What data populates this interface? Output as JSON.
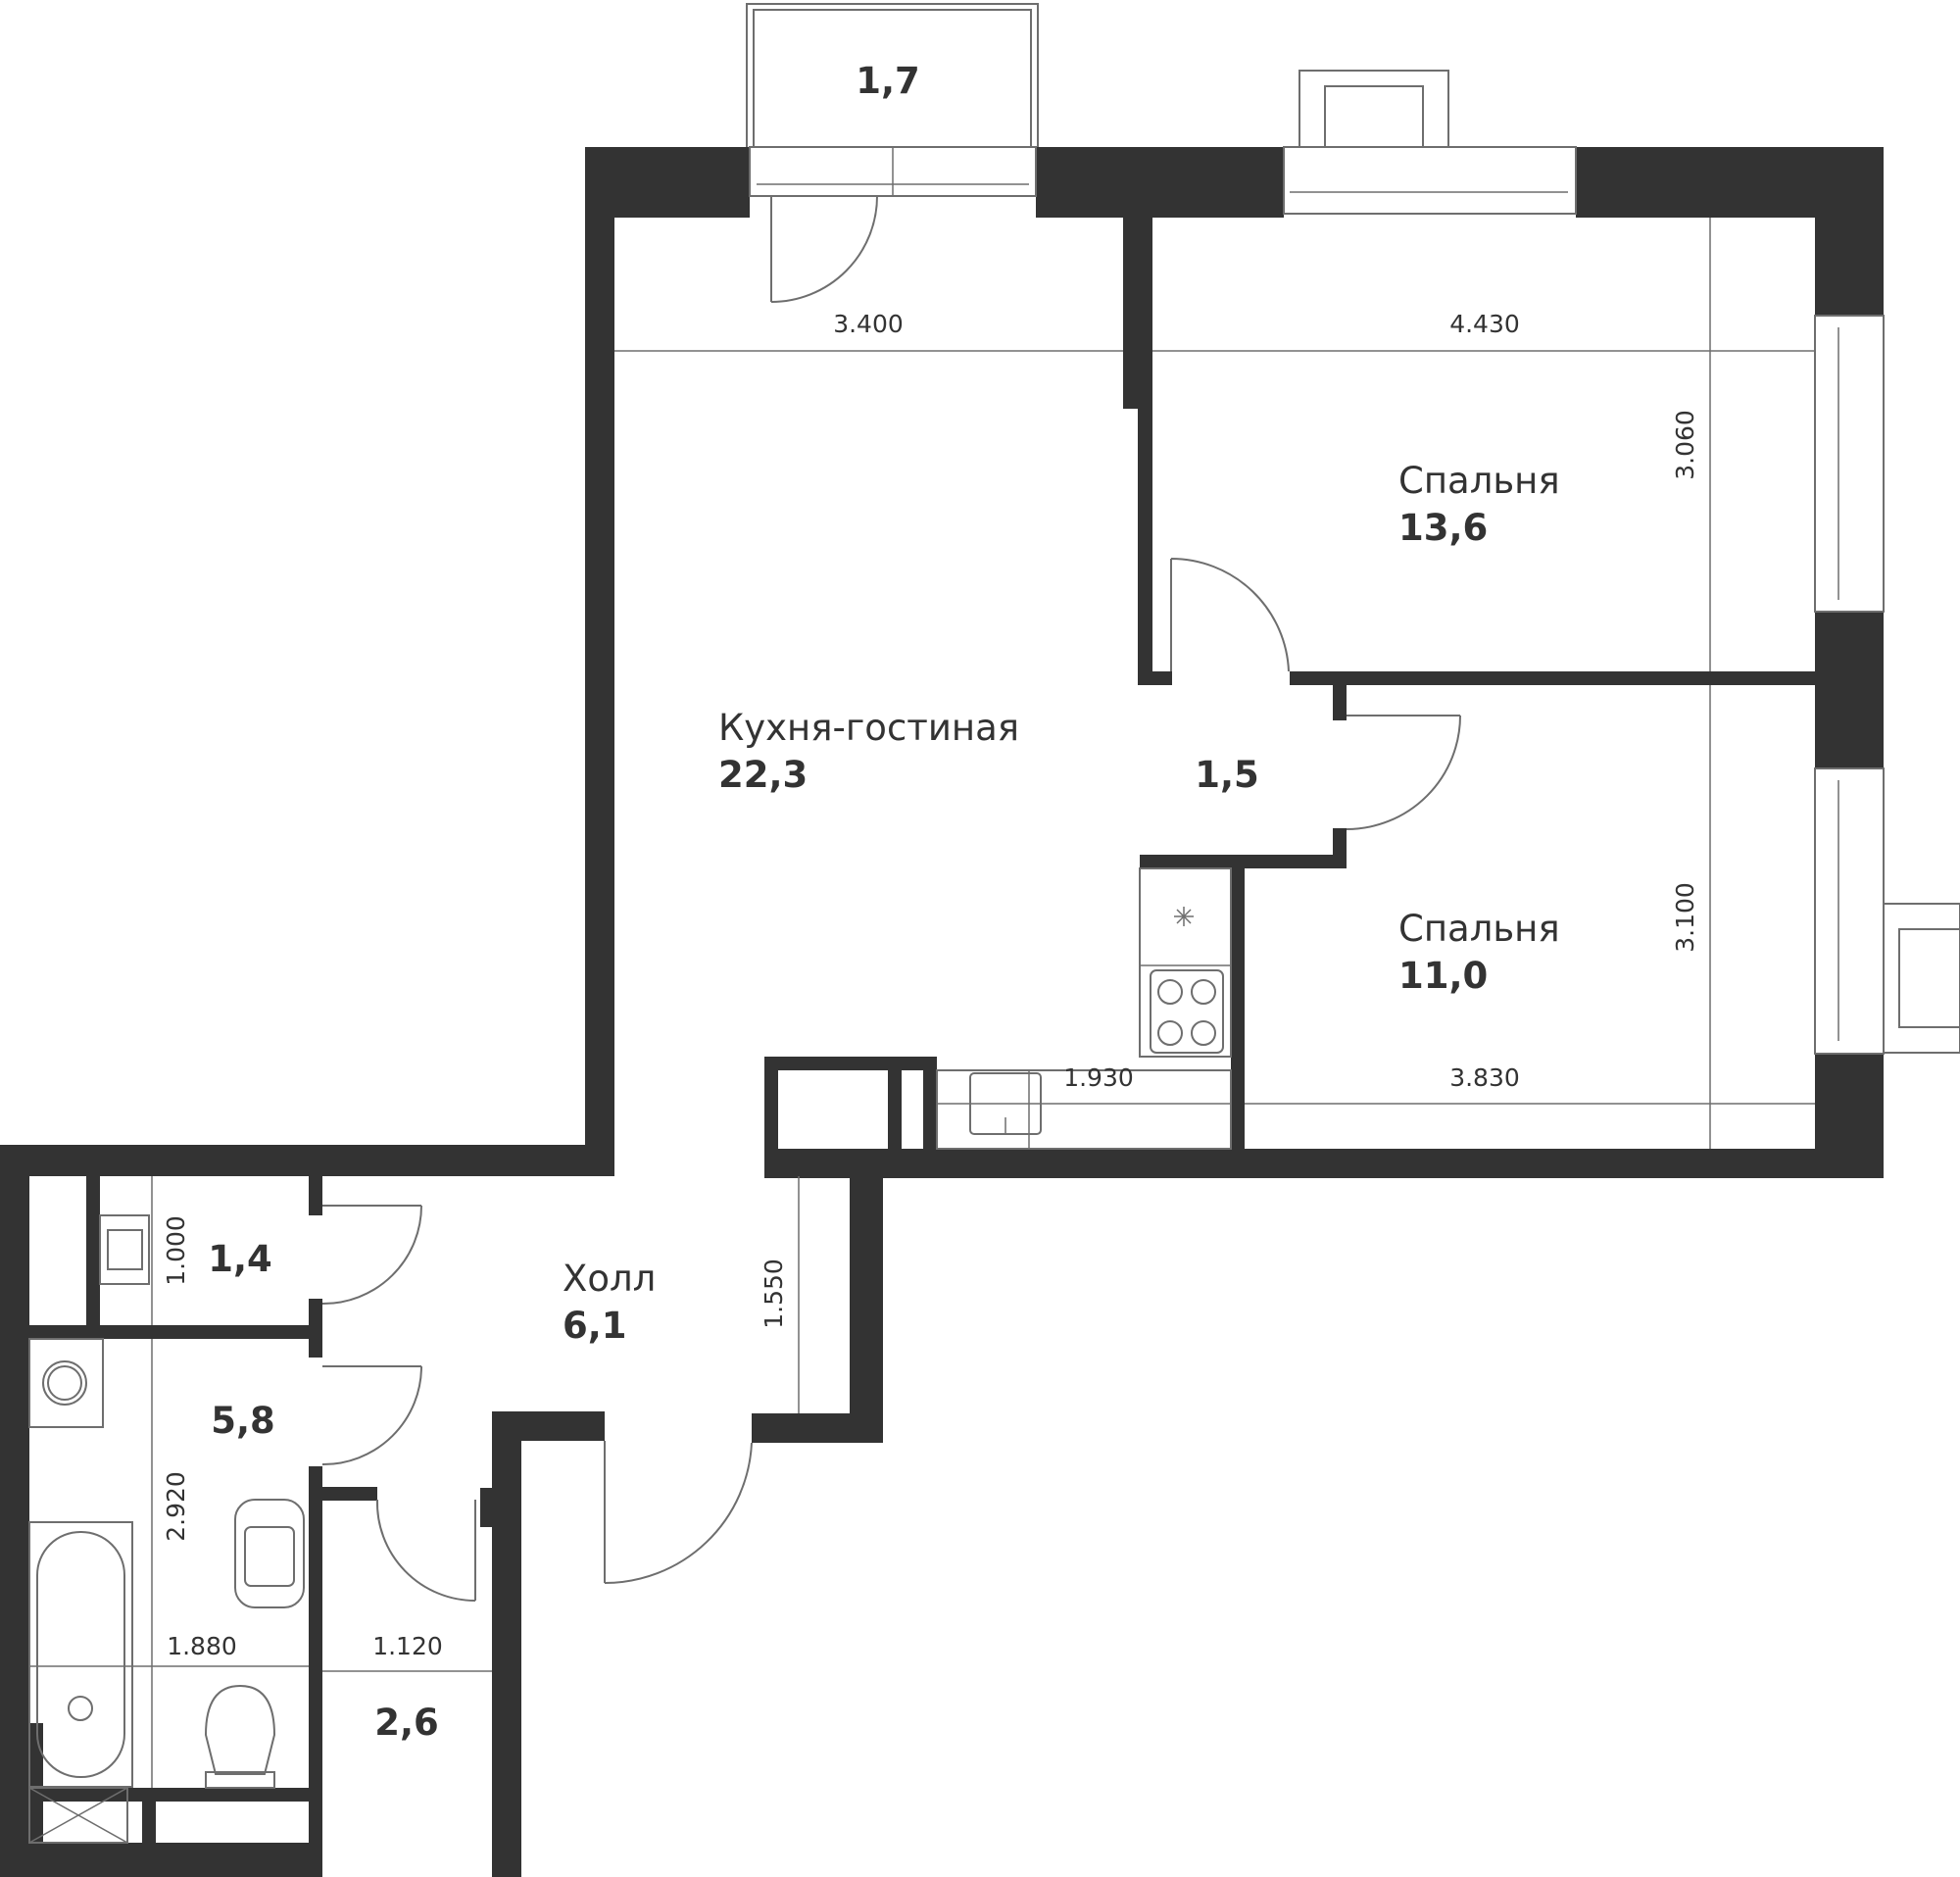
{
  "colors": {
    "wall": "#333333",
    "line": "#6e6e6e",
    "text": "#333333",
    "background": "#ffffff"
  },
  "rooms": {
    "balcony": {
      "area": "1,7"
    },
    "kitchen": {
      "name": "Кухня-гостиная",
      "area": "22,3"
    },
    "bedroom1": {
      "name": "Спальня",
      "area": "13,6"
    },
    "bedroom2": {
      "name": "Спальня",
      "area": "11,0"
    },
    "corridor": {
      "area": "1,5"
    },
    "hall": {
      "name": "Холл",
      "area": "6,1"
    },
    "wc": {
      "area": "1,4"
    },
    "bathroom": {
      "area": "5,8"
    },
    "storage": {
      "area": "2,6"
    }
  },
  "dimensions": {
    "kitchen_width": "3.400",
    "bedroom1_width": "4.430",
    "bedroom1_depth": "3.060",
    "bedroom2_depth": "3.100",
    "bedroom2_width": "3.830",
    "kitchen_counter": "1.930",
    "hall_width": "1.550",
    "wc_width": "1.000",
    "bath_depth": "2.920",
    "bath_width": "1.880",
    "storage_width": "1.120"
  },
  "icons": [
    "stove-icon",
    "sink-icon",
    "bathtub-icon",
    "toilet-icon",
    "washing-machine-icon",
    "shower-icon",
    "fan-icon"
  ]
}
